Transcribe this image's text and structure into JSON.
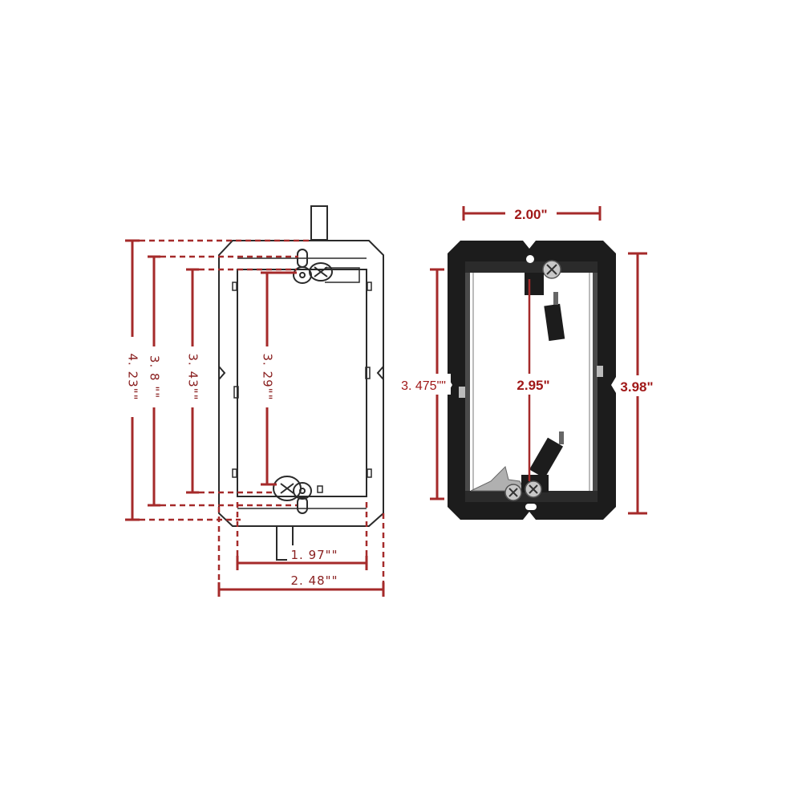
{
  "left_diagram": {
    "dims": {
      "overall_height": "4. 23\"\"",
      "outer_height": "3. 8 \"\"",
      "inner_height": "3. 43\"\"",
      "opening_height": "3. 29\"\"",
      "opening_width": "1. 97\"\"",
      "overall_width": "2. 48\"\""
    }
  },
  "right_diagram": {
    "dims": {
      "top_width": "2.00\"",
      "left_height": "3. 475\"\"",
      "center_height": "2.95\"",
      "right_height": "3.98\""
    }
  },
  "colors": {
    "dimension_line": "#a52a2a",
    "line_drawing": "#222222",
    "bracket_fill": "#1c1c1c"
  }
}
